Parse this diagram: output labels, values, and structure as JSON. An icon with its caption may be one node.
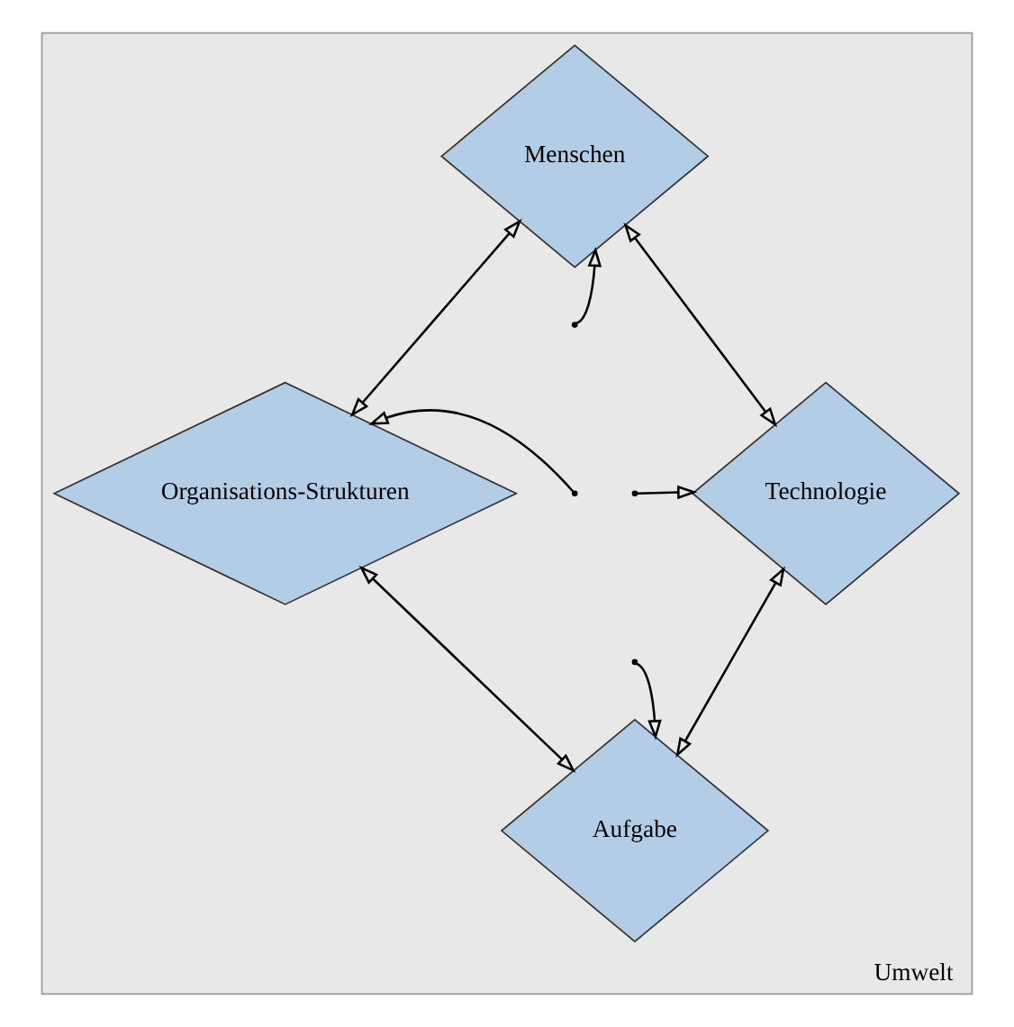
{
  "diagram": {
    "nodes": [
      {
        "text": [
          "Umwelt"
        ]
      },
      {
        "text": [
          "Menschen"
        ],
        "in": 0
      },
      {
        "text": [
          "Organisations-Strukturen"
        ],
        "in": 0
      },
      {
        "text": [
          "Technologie"
        ],
        "in": 0
      },
      {
        "text": [
          "Aufgabe"
        ],
        "in": 0
      }
    ],
    "edges": [
      {
        "from": 1,
        "to": 2,
        "arrow": "both"
      },
      {
        "from": 1,
        "to": 3,
        "arrow": "both"
      },
      {
        "from": 2,
        "to": 4,
        "arrow": "both"
      },
      {
        "from": 3,
        "to": 4,
        "arrow": "both"
      },
      {
        "from": null,
        "to": 1,
        "arrow": "to"
      },
      {
        "from": null,
        "to": 2,
        "arrow": "to"
      },
      {
        "from": null,
        "to": 3,
        "arrow": "to"
      },
      {
        "from": null,
        "to": 4,
        "arrow": "to"
      }
    ]
  }
}
